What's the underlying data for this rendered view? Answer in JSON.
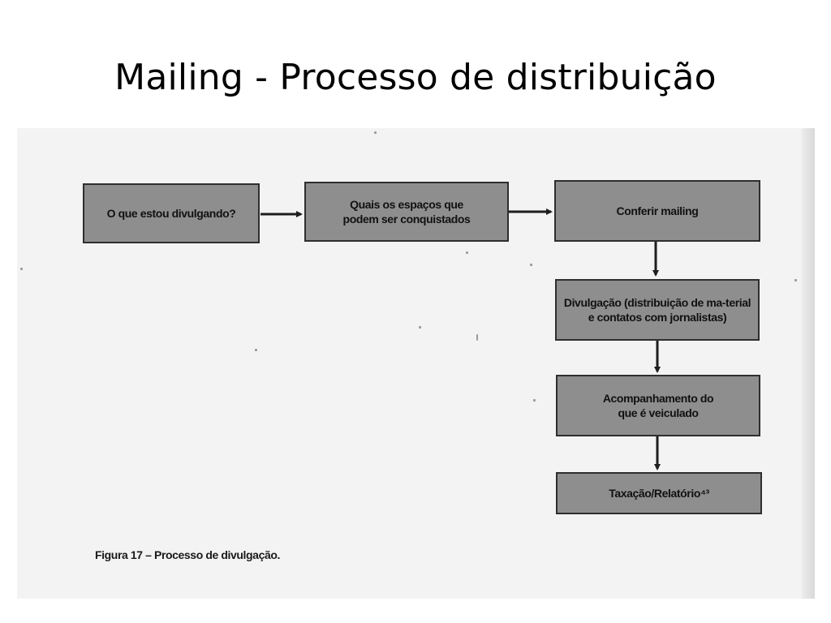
{
  "slide": {
    "title": "Mailing - Processo de distribuição"
  },
  "figure": {
    "boxes": {
      "what": "O que estou divulgando?",
      "spaces": "Quais os espaços que podem ser conquistados",
      "mailing": "Conferir mailing",
      "divulgacao": "Divulgação (distribuição de ma-terial e contatos com jornalistas)",
      "acompanhamento": "Acompanhamento do que é veiculado",
      "taxacao": "Taxação/Relatório⁴³"
    },
    "caption": "Figura 17 – Processo de divulgação."
  },
  "colors": {
    "box_fill": "#8e8e8e",
    "box_border": "#2e2e2e",
    "scan_background": "#f3f3f3"
  }
}
